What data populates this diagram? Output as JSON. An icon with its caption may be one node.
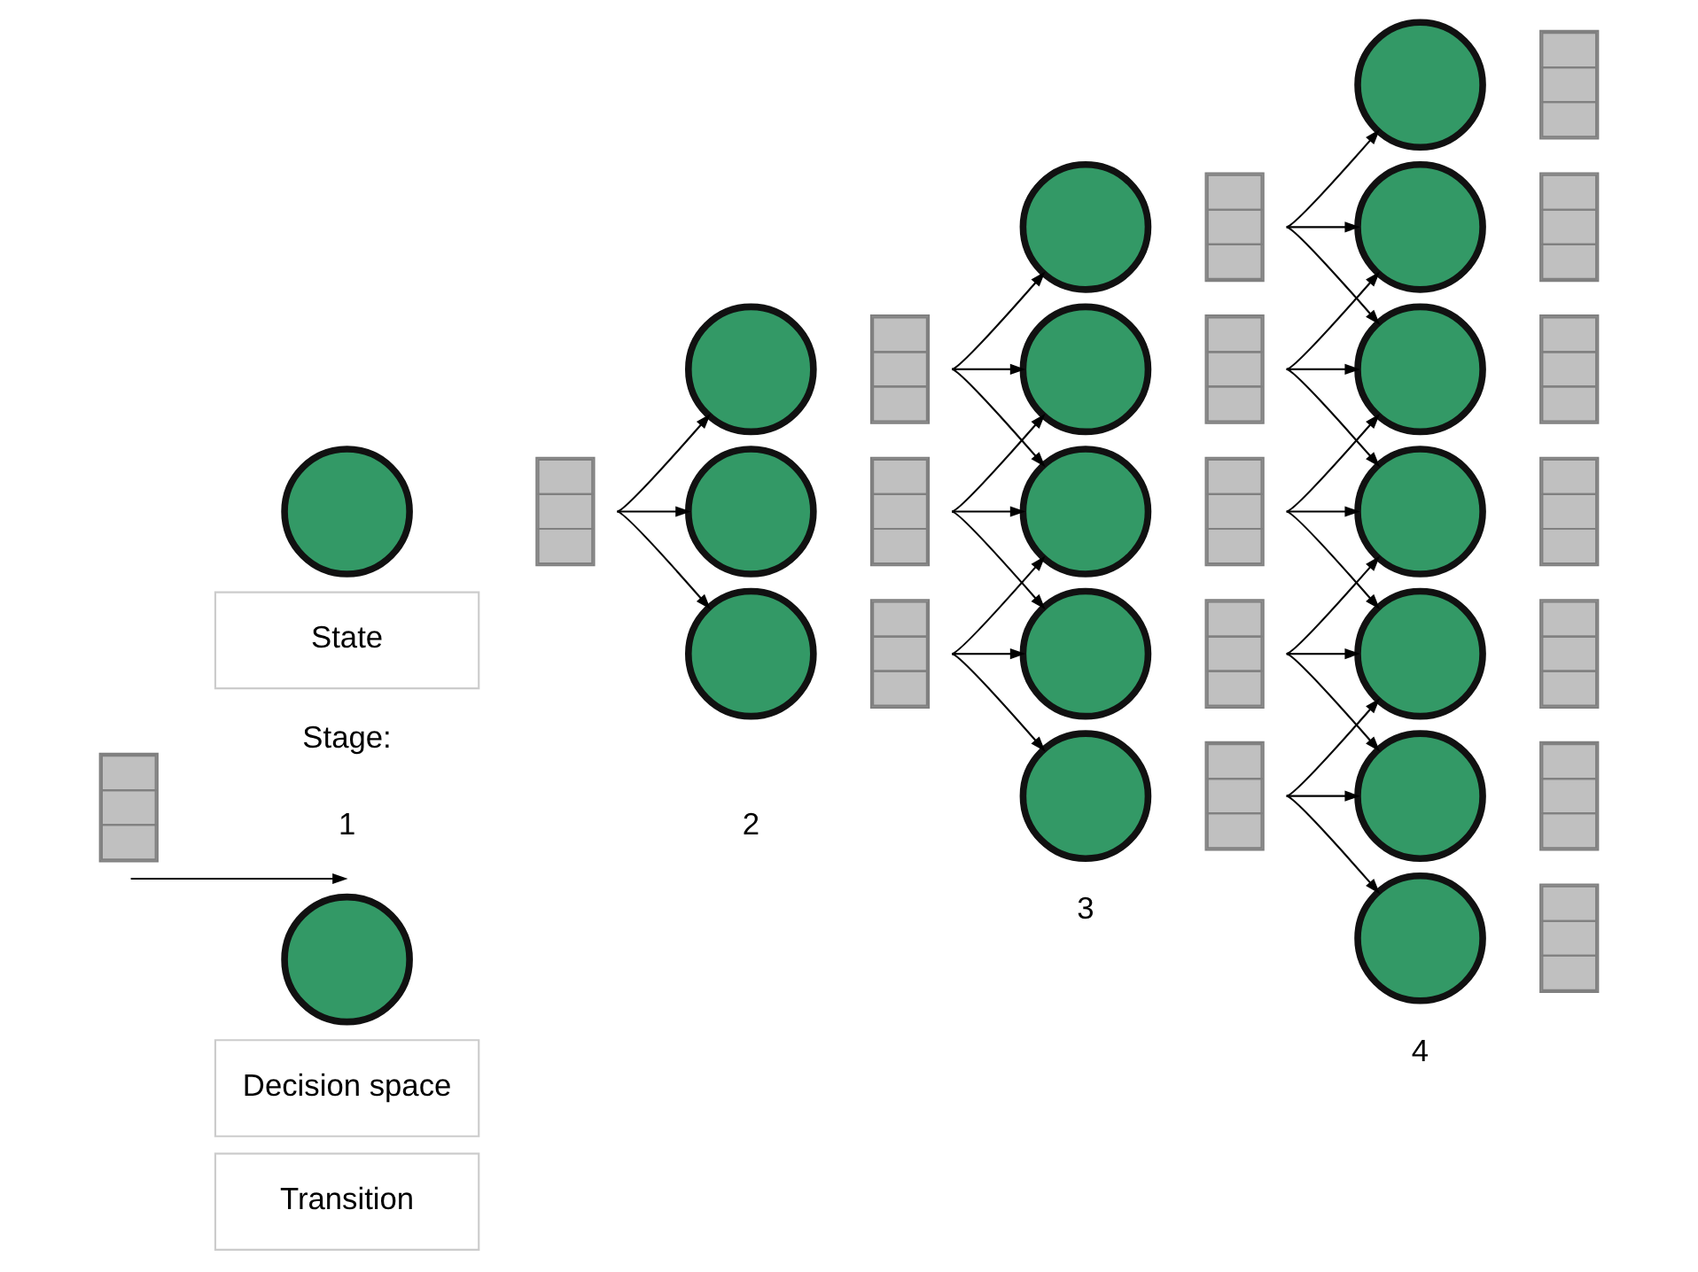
{
  "diagram": {
    "nodes": [
      {
        "text": [],
        "shape": "circle"
      },
      {
        "text": [],
        "shape": "box"
      },
      {
        "text": [],
        "shape": "circle"
      },
      {
        "text": [],
        "shape": "box"
      },
      {
        "text": [],
        "shape": "circle"
      },
      {
        "text": [],
        "shape": "box"
      },
      {
        "text": [],
        "shape": "circle"
      },
      {
        "text": [],
        "shape": "box"
      },
      {
        "text": [],
        "shape": "circle"
      },
      {
        "text": [],
        "shape": "box"
      },
      {
        "text": [],
        "shape": "circle"
      },
      {
        "text": [],
        "shape": "box"
      },
      {
        "text": [],
        "shape": "circle"
      },
      {
        "text": [],
        "shape": "box"
      },
      {
        "text": [],
        "shape": "circle"
      },
      {
        "text": [],
        "shape": "box"
      },
      {
        "text": [],
        "shape": "circle"
      },
      {
        "text": [],
        "shape": "box"
      },
      {
        "text": [],
        "shape": "circle"
      },
      {
        "text": [],
        "shape": "box"
      },
      {
        "text": [],
        "shape": "circle"
      },
      {
        "text": [],
        "shape": "box"
      },
      {
        "text": [],
        "shape": "circle"
      },
      {
        "text": [],
        "shape": "box"
      },
      {
        "text": [],
        "shape": "circle"
      },
      {
        "text": [],
        "shape": "box"
      },
      {
        "text": [],
        "shape": "circle"
      },
      {
        "text": [],
        "shape": "box"
      },
      {
        "text": [],
        "shape": "circle"
      },
      {
        "text": [],
        "shape": "box"
      },
      {
        "text": [],
        "shape": "circle"
      },
      {
        "text": [],
        "shape": "box"
      },
      {
        "text": [],
        "shape": "circle"
      },
      {
        "text": [],
        "shape": "box"
      }
    ],
    "edges": [
      {
        "from": 1,
        "to": 2,
        "arrow": "to"
      },
      {
        "from": 1,
        "to": 4,
        "arrow": "to"
      },
      {
        "from": 1,
        "to": 6,
        "arrow": "to"
      },
      {
        "from": 3,
        "to": 8,
        "arrow": "to"
      },
      {
        "from": 3,
        "to": 10,
        "arrow": "to"
      },
      {
        "from": 3,
        "to": 12,
        "arrow": "to"
      },
      {
        "from": 5,
        "to": 10,
        "arrow": "to"
      },
      {
        "from": 5,
        "to": 12,
        "arrow": "to"
      },
      {
        "from": 5,
        "to": 14,
        "arrow": "to"
      },
      {
        "from": 7,
        "to": 12,
        "arrow": "to"
      },
      {
        "from": 7,
        "to": 14,
        "arrow": "to"
      },
      {
        "from": 7,
        "to": 16,
        "arrow": "to"
      },
      {
        "from": 9,
        "to": 18,
        "arrow": "to"
      },
      {
        "from": 9,
        "to": 20,
        "arrow": "to"
      },
      {
        "from": 9,
        "to": 22,
        "arrow": "to"
      },
      {
        "from": 11,
        "to": 20,
        "arrow": "to"
      },
      {
        "from": 11,
        "to": 22,
        "arrow": "to"
      },
      {
        "from": 11,
        "to": 24,
        "arrow": "to"
      },
      {
        "from": 13,
        "to": 22,
        "arrow": "to"
      },
      {
        "from": 13,
        "to": 24,
        "arrow": "to"
      },
      {
        "from": 13,
        "to": 26,
        "arrow": "to"
      },
      {
        "from": 15,
        "to": 24,
        "arrow": "to"
      },
      {
        "from": 15,
        "to": 26,
        "arrow": "to"
      },
      {
        "from": 15,
        "to": 28,
        "arrow": "to"
      },
      {
        "from": 17,
        "to": 26,
        "arrow": "to"
      },
      {
        "from": 17,
        "to": 28,
        "arrow": "to"
      },
      {
        "from": 17,
        "to": 30,
        "arrow": "to"
      }
    ],
    "labels": [
      "Stage:",
      "1",
      "2",
      "3",
      "4"
    ],
    "legend": [
      {
        "text": "State"
      },
      {
        "text": "Decision space"
      },
      {
        "text": "Transition"
      }
    ]
  }
}
